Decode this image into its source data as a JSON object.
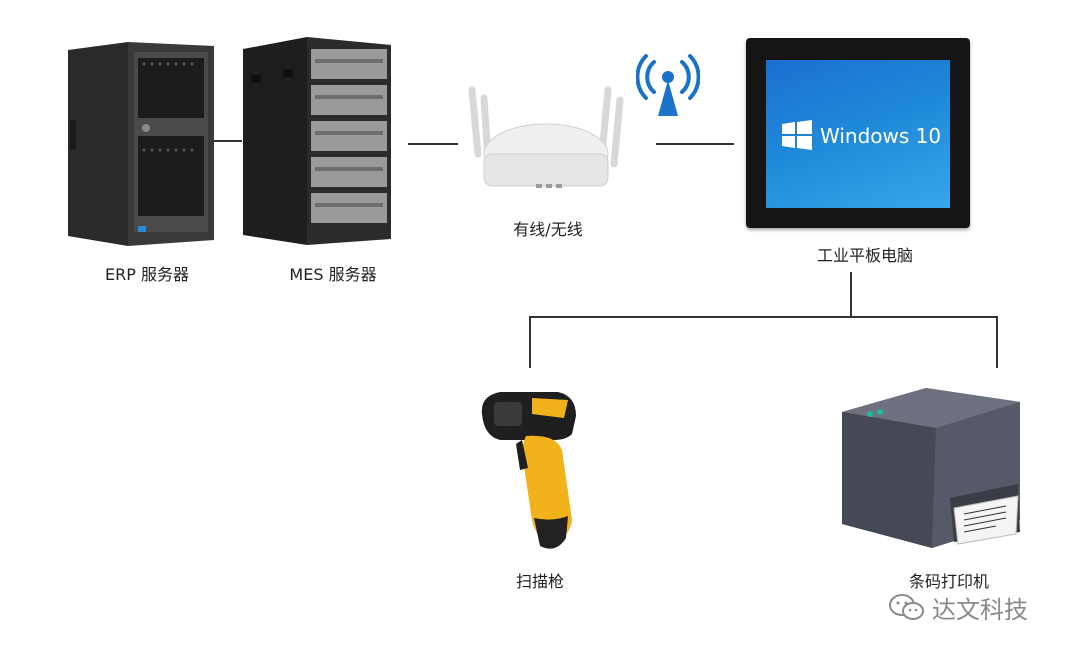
{
  "nodes": {
    "erp_server": "ERP 服务器",
    "mes_server": "MES 服务器",
    "router": "有线/无线",
    "tablet": "工业平板电脑",
    "scanner": "扫描枪",
    "printer": "条码打印机"
  },
  "tablet_screen": {
    "os": "Windows 10"
  },
  "watermark": {
    "text": "达文科技"
  },
  "colors": {
    "line": "#333333",
    "screen_blue": "#1e88d8",
    "wifi_blue": "#1a73c9",
    "scanner_yellow": "#f2b21b"
  }
}
